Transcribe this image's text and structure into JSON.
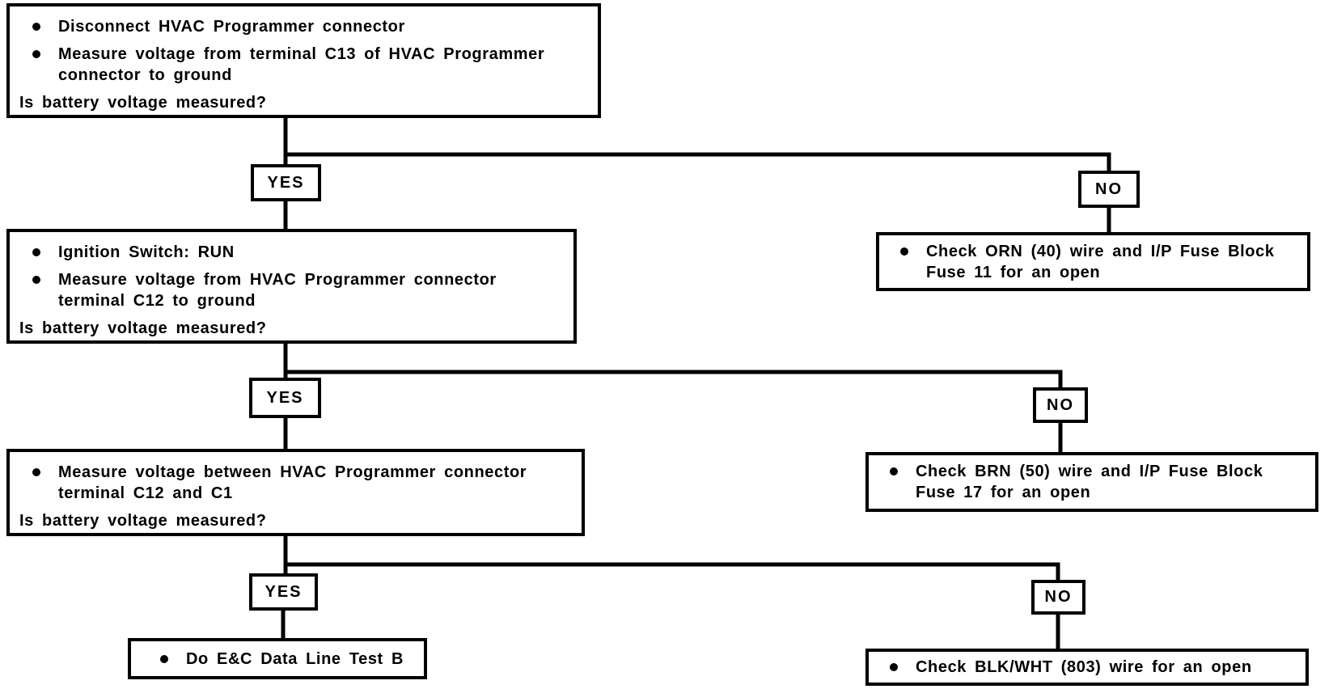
{
  "labels": {
    "yes": "YES",
    "no": "NO"
  },
  "colors": {
    "background": "#ffffff",
    "ink": "#000000"
  },
  "flowchart": {
    "step1": {
      "bullets": [
        "Disconnect HVAC Programmer connector",
        "Measure voltage from terminal C13 of HVAC Programmer\nconnector to ground"
      ],
      "question": "Is battery voltage measured?"
    },
    "step1_no_action": {
      "text": "Check ORN (40) wire and I/P Fuse Block\nFuse 11 for an open"
    },
    "step2": {
      "bullets": [
        "Ignition Switch: RUN",
        "Measure voltage from HVAC Programmer connector\nterminal C12 to ground"
      ],
      "question": "Is battery voltage measured?"
    },
    "step2_no_action": {
      "text": "Check BRN (50) wire and I/P Fuse Block\nFuse 17 for an open"
    },
    "step3": {
      "bullets": [
        "Measure voltage between HVAC Programmer connector\nterminal C12 and C1"
      ],
      "question": "Is battery voltage measured?"
    },
    "step3_yes_action": {
      "text": "Do E&C Data Line Test B"
    },
    "step3_no_action": {
      "text": "Check BLK/WHT (803) wire for an open"
    }
  }
}
